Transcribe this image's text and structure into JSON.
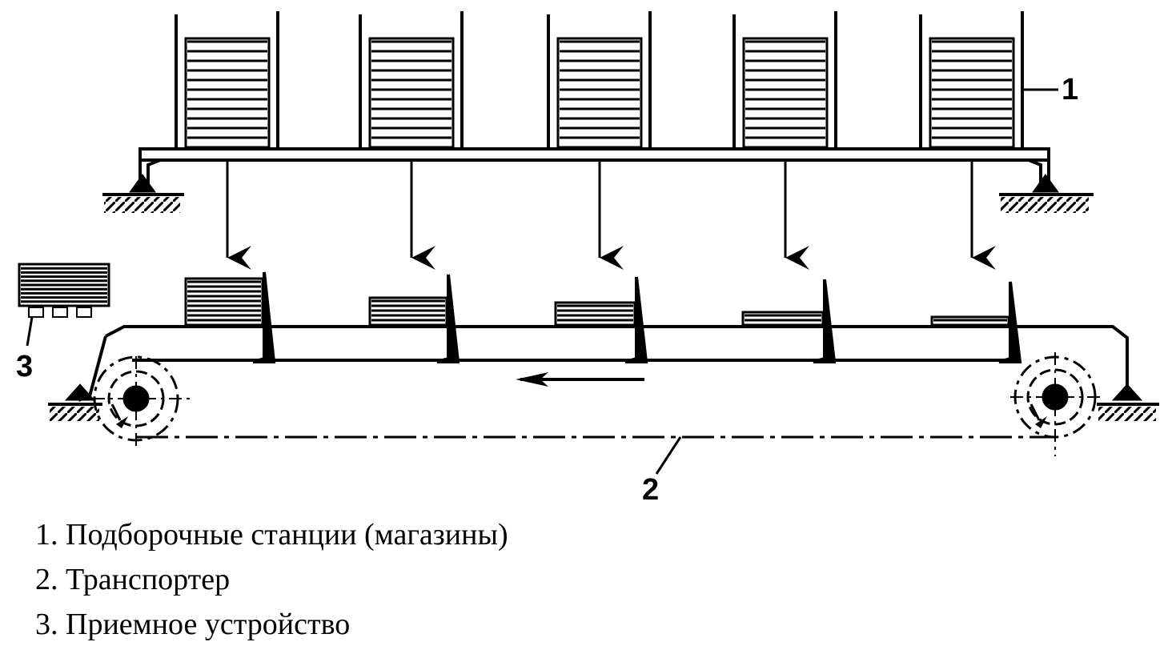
{
  "callouts": {
    "magazine": "1",
    "conveyor": "2",
    "receiver": "3"
  },
  "legend": [
    "1. Подборочные станции (магазины)",
    "2. Транспортер",
    "3. Приемное устройство"
  ],
  "stations": {
    "magazine_stack_lines": 11,
    "conveyor_stack_lines": [
      9,
      5,
      4,
      2,
      1
    ]
  },
  "receiver_stack_lines": 9,
  "colors": {
    "ink": "#000000",
    "background": "#ffffff"
  }
}
